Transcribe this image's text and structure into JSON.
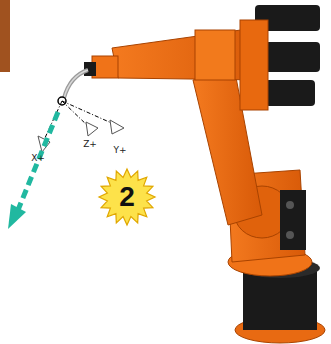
{
  "diagram": {
    "labels": [
      "X+",
      "Z+",
      "Y+",
      "2"
    ]
  }
}
